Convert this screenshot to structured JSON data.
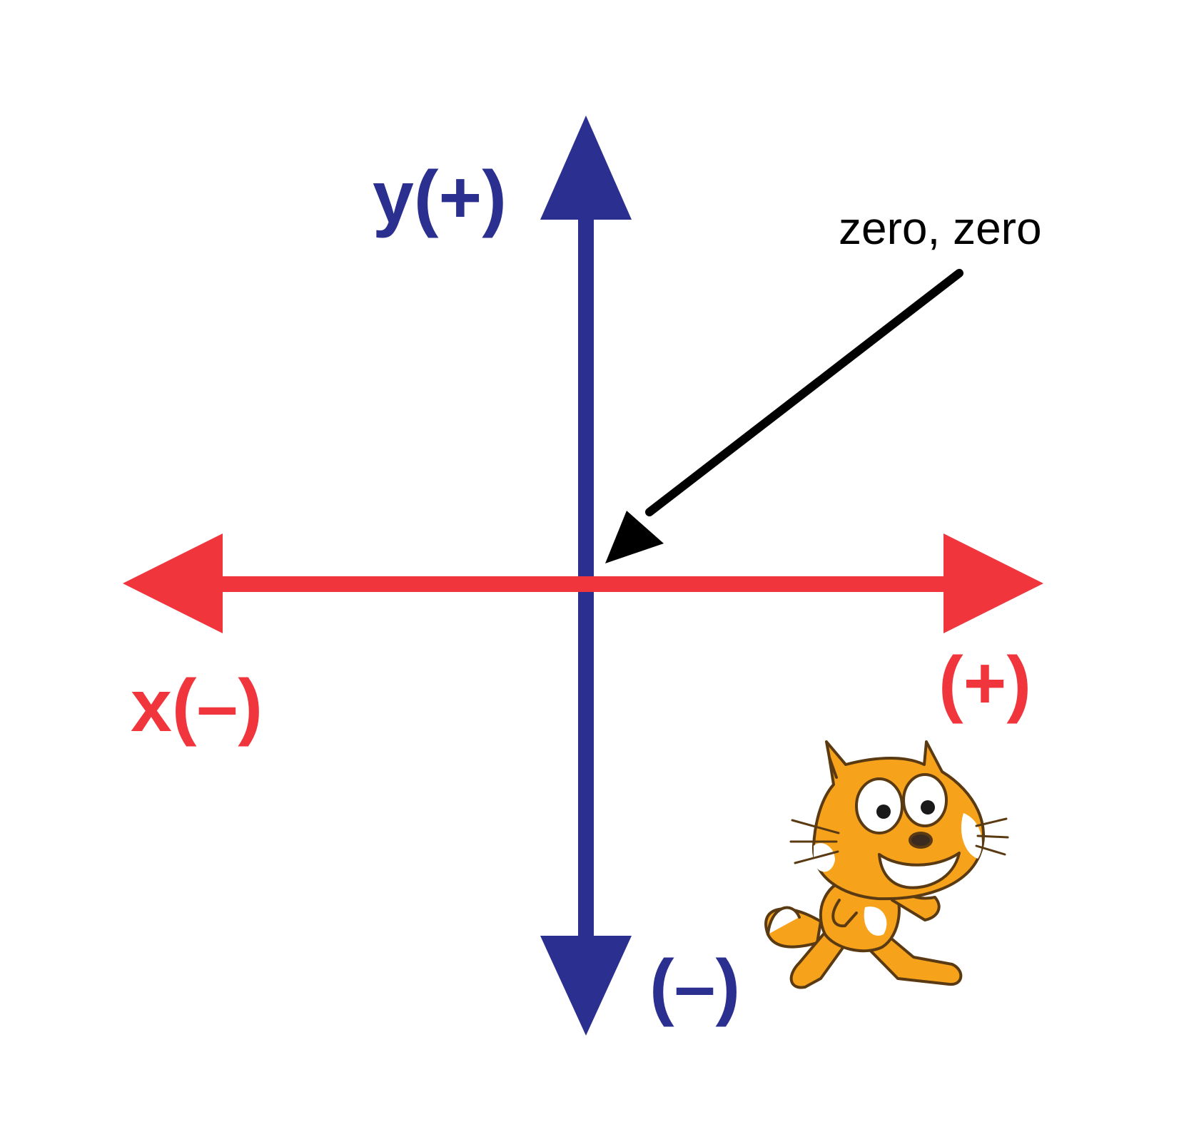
{
  "labels": {
    "y_positive": "y(+)",
    "y_negative": "(–)",
    "x_negative": "x(–)",
    "x_positive": "(+)",
    "origin": "zero, zero"
  },
  "colors": {
    "y_axis": "#2B2F8F",
    "x_axis": "#F0363C",
    "pointer": "#000000",
    "cat_orange": "#F7A21B",
    "cat_white": "#FFFFFF",
    "cat_outline": "#5A3A12"
  },
  "icons": {
    "mascot": "scratch-cat-icon"
  }
}
